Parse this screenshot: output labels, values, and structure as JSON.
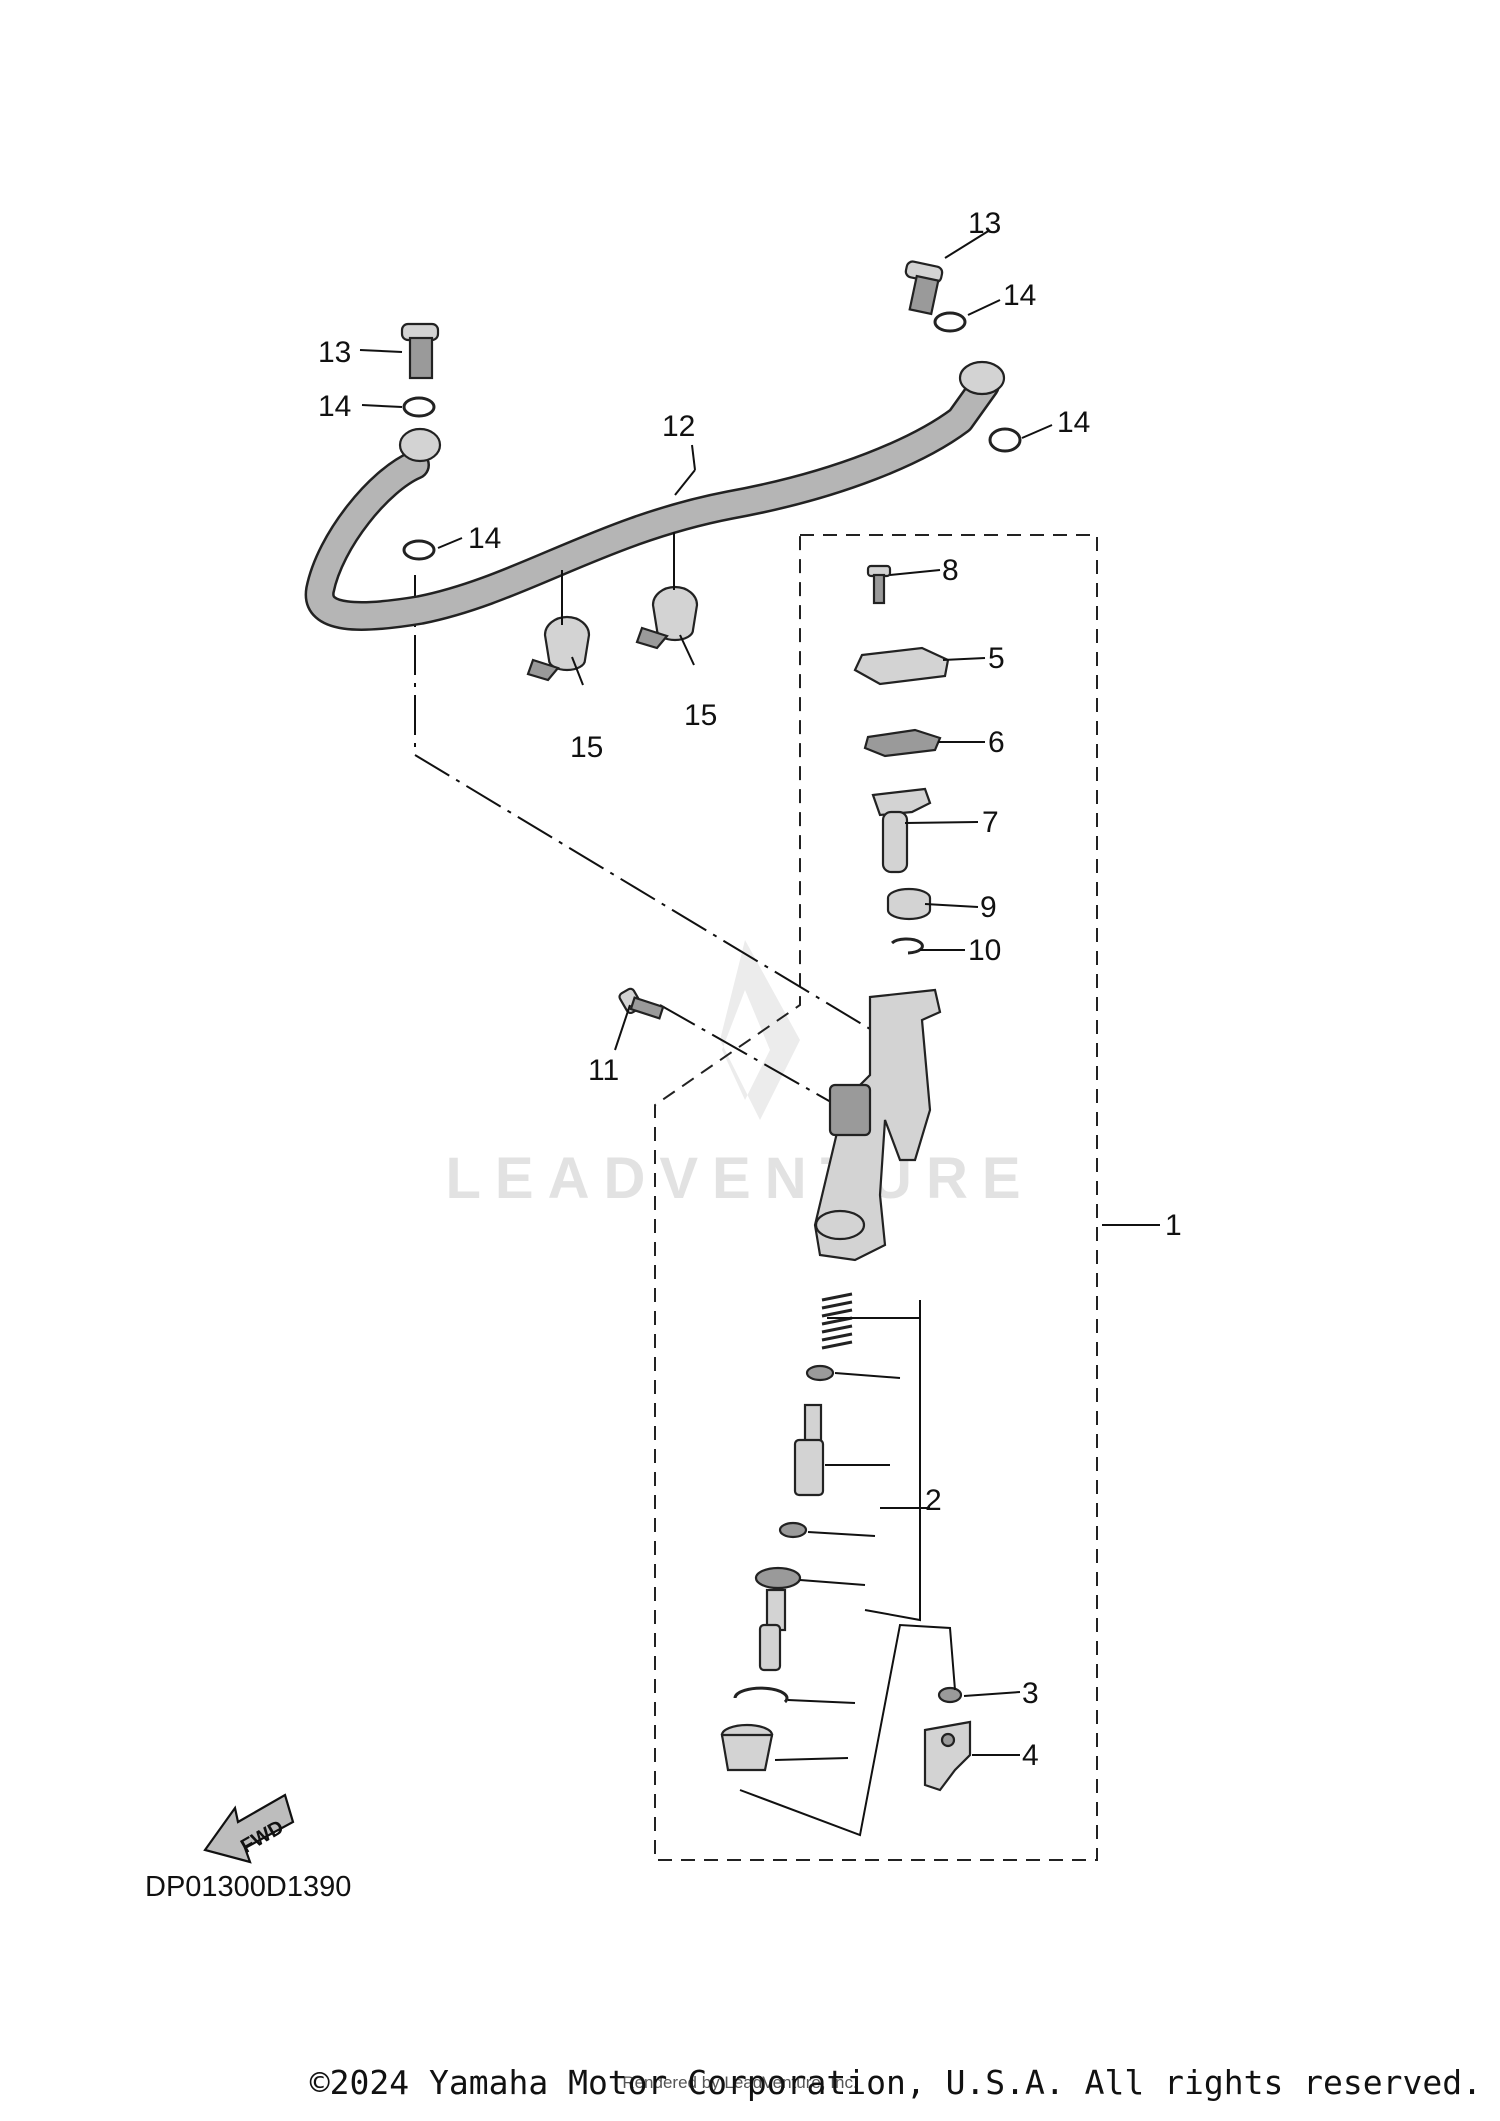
{
  "callouts": {
    "c1": "1",
    "c2": "2",
    "c3": "3",
    "c4": "4",
    "c5": "5",
    "c6": "6",
    "c7": "7",
    "c8": "8",
    "c9": "9",
    "c10": "10",
    "c11": "11",
    "c12": "12",
    "c13a": "13",
    "c13b": "13",
    "c14a": "14",
    "c14b": "14",
    "c14c": "14",
    "c14d": "14",
    "c15a": "15",
    "c15b": "15"
  },
  "fwd_label": "FWD",
  "diagram_code": "DP01300D1390",
  "watermark": "LEADVENTURE",
  "copyright": "©2024 Yamaha Motor Corporation, U.S.A. All rights reserved.",
  "renderer": "Rendered by LeadVenture, Inc."
}
